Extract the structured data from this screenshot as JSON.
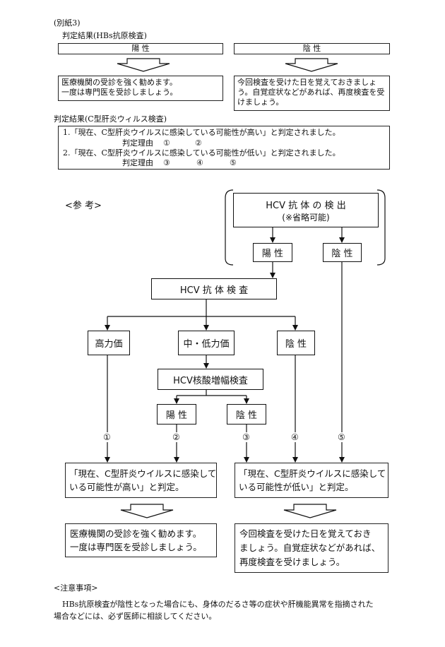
{
  "header": {
    "attachment": "(別紙3)",
    "hbs_title": "判定結果(HBs抗原検査)",
    "hbs_positive": "陽 性",
    "hbs_negative": "陰 性",
    "hbs_positive_msg": [
      "医療機関の受診を強く勧めます。",
      "一度は専門医を受診しましょう。"
    ],
    "hbs_negative_msg": [
      "今回検査を受けた日を覚えておきましょ",
      "う。自覚症状などがあれば、再度検査を受",
      "けましょう。"
    ],
    "hcv_title": "判定結果(C型肝炎ウィルス検査)",
    "hcv_line1": "1.「現在、C型肝炎ウイルスに感染している可能性が高い」と判定されました。",
    "hcv_reason1_label": "判定理由",
    "hcv_reason1_vals": [
      "①",
      "②"
    ],
    "hcv_line2": "2.「現在、C型肝炎ウイルスに感染している可能性が低い」と判定されました。",
    "hcv_reason2_label": "判定理由",
    "hcv_reason2_vals": [
      "③",
      "④",
      "⑤"
    ]
  },
  "flow": {
    "reference_label": "<参 考>",
    "antibody_detect": "HCV 抗 体 の 検 出",
    "omit_note": "(※省略可能)",
    "pos1": "陽 性",
    "neg1": "陰 性",
    "antibody_test": "HCV 抗 体 検 査",
    "high": "高力価",
    "mid_low": "中・低力価",
    "neg2": "陰 性",
    "nat_test": "HCV核酸増幅検査",
    "pos2": "陽 性",
    "neg3": "陰 性",
    "markers": [
      "①",
      "②",
      "③",
      "④",
      "⑤"
    ],
    "result_high": [
      "「現在、C型肝炎ウイルスに感染して",
      "いる可能性が高い」と判定。"
    ],
    "result_low": [
      "「現在、C型肝炎ウイルスに感染して",
      "いる可能性が低い」と判定。"
    ],
    "advice_high": [
      "医療機関の受診を強く勧めます。",
      "一度は専門医を受診しましょう。"
    ],
    "advice_low": [
      "今回検査を受けた日を覚えておき",
      "ましょう。自覚症状などがあれば、",
      "再度検査を受けましょう。"
    ]
  },
  "notes": {
    "title": "<注意事項>",
    "body": [
      "HBs抗原検査が陰性となった場合にも、身体のだるさ等の症状や肝機能異常を指摘された",
      "場合などには、必ず医師に相談してください。"
    ]
  }
}
